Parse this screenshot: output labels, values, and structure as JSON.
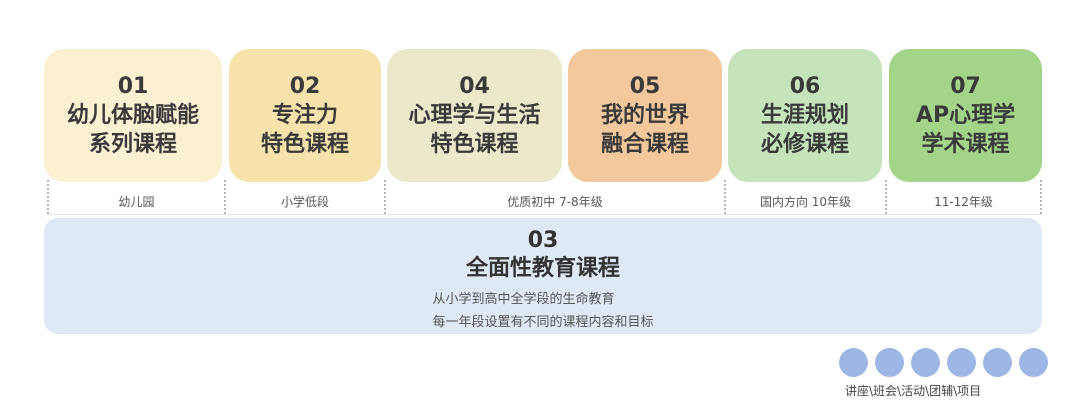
{
  "cards": [
    {
      "num": "01",
      "title": "幼儿体脑赋能\n系列课程",
      "color": "#fcf0d3"
    },
    {
      "num": "02",
      "title": "专注力\n特色课程",
      "color": "#f7e2ac"
    },
    {
      "num": "04",
      "title": "心理学与生活\n特色课程",
      "color": "#ebe8cb"
    },
    {
      "num": "05",
      "title": "我的世界\n融合课程",
      "color": "#f3c89c"
    },
    {
      "num": "06",
      "title": "生涯规划\n必修课程",
      "color": "#c5e4bb"
    },
    {
      "num": "07",
      "title": "AP心理学\n学术课程",
      "color": "#a3d48a"
    }
  ],
  "stages": [
    "幼儿园",
    "小学低段",
    "优质初中 7-8年级",
    "国内方向 10年级",
    "11-12年级"
  ],
  "wide_card": {
    "num": "03",
    "title": "全面性教育课程",
    "desc_line1": "从小学到高中全学段的生命教育",
    "desc_line2": "每一年段设置有不同的课程内容和目标",
    "color": "#dfe9f5"
  },
  "legend": {
    "text": "讲座\\班会\\活动\\团辅\\项目",
    "dot_color": "#9db6e3",
    "dot_count": 6
  }
}
